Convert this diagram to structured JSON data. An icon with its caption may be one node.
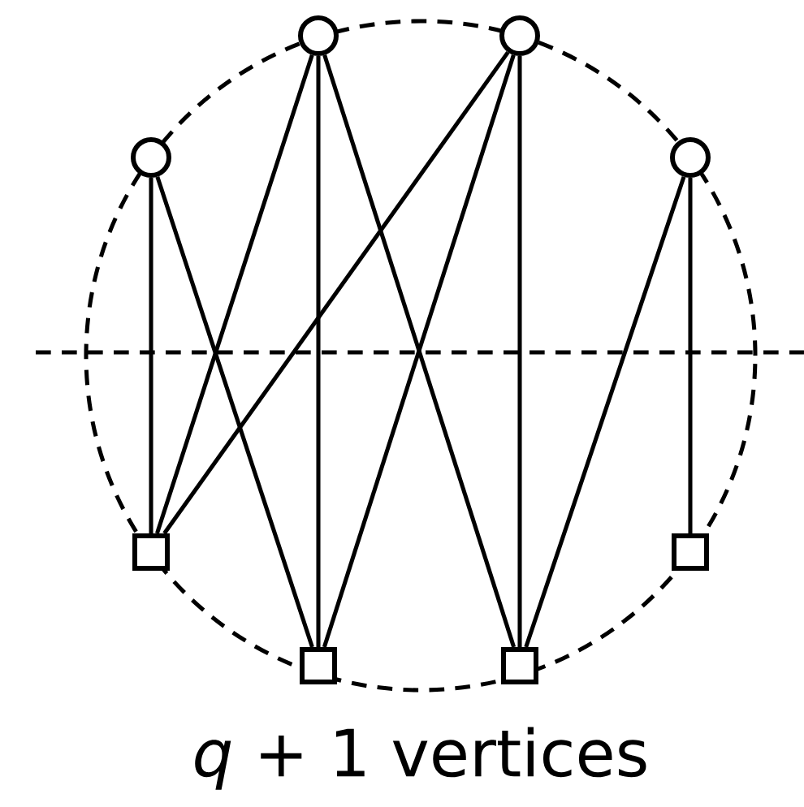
{
  "diagram": {
    "caption": "*q* + 1 vertices",
    "nodes": [
      {
        "text": [],
        "shape": "circle"
      },
      {
        "text": [],
        "shape": "circle"
      },
      {
        "text": [],
        "shape": "circle"
      },
      {
        "text": [],
        "shape": "circle"
      },
      {
        "text": [],
        "shape": "box"
      },
      {
        "text": [],
        "shape": "box"
      },
      {
        "text": [],
        "shape": "box"
      },
      {
        "text": [],
        "shape": "box"
      }
    ],
    "edges": [
      {
        "from": 0,
        "to": 4,
        "arrow": "none"
      },
      {
        "from": 0,
        "to": 5,
        "arrow": "none"
      },
      {
        "from": 1,
        "to": 4,
        "arrow": "none"
      },
      {
        "from": 1,
        "to": 5,
        "arrow": "none"
      },
      {
        "from": 1,
        "to": 6,
        "arrow": "none"
      },
      {
        "from": 2,
        "to": 4,
        "arrow": "none"
      },
      {
        "from": 2,
        "to": 5,
        "arrow": "none"
      },
      {
        "from": 2,
        "to": 6,
        "arrow": "none"
      },
      {
        "from": 3,
        "to": 6,
        "arrow": "none"
      },
      {
        "from": 3,
        "to": 7,
        "arrow": "none"
      }
    ]
  }
}
